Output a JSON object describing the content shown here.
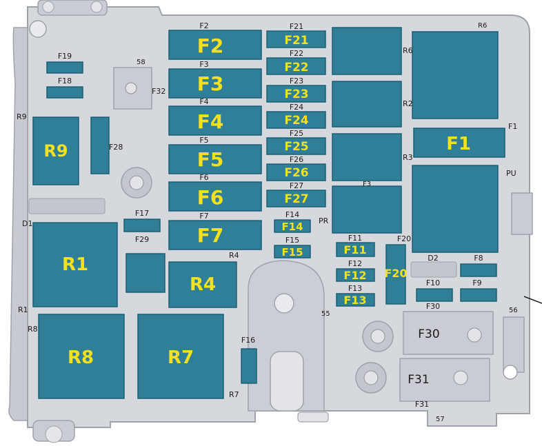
{
  "colors": {
    "body": "#d5d8dd",
    "body_edge": "#9ea3aa",
    "component": "#2f7f98",
    "component_edge": "#1f5f74",
    "label": "#f2e021"
  },
  "large_labels": {
    "F2": "F2",
    "F3": "F3",
    "F4": "F4",
    "F5": "F5",
    "F6": "F6",
    "F7": "F7",
    "F21": "F21",
    "F22": "F22",
    "F23": "F23",
    "F24": "F24",
    "F25": "F25",
    "F26": "F26",
    "F27": "F27",
    "F14": "F14",
    "F15": "F15",
    "F11": "F11",
    "F12": "F12",
    "F13": "F13",
    "F20": "F20",
    "F1": "F1",
    "R9": "R9",
    "R1": "R1",
    "R4": "R4",
    "R8": "R8",
    "R7": "R7",
    "F30": "F30",
    "F31": "F31"
  },
  "small_labels": {
    "F2": "F2",
    "F3": "F3",
    "F4": "F4",
    "F5": "F5",
    "F6": "F6",
    "F7": "F7",
    "F21": "F21",
    "F22": "F22",
    "F23": "F23",
    "F24": "F24",
    "F25": "F25",
    "F26": "F26",
    "F27": "F27",
    "F19": "F19",
    "F18": "F18",
    "F32": "F32",
    "F28": "F28",
    "F17": "F17",
    "F29": "F29",
    "F14": "F14",
    "F15": "F15",
    "F11": "F11",
    "F12": "F12",
    "F13": "F13",
    "F20": "F20",
    "F16": "F16",
    "F10": "F10",
    "F9": "F9",
    "F8": "F8",
    "F30": "F30",
    "F31": "F31",
    "F1": "F1",
    "R9": "R9",
    "R1": "R1",
    "R4": "R4",
    "R8": "R8",
    "R7": "R7",
    "R6": "R6",
    "R2": "R2",
    "R3": "R3",
    "D1": "D1",
    "D2": "D2",
    "PR": "PR",
    "PU": "PU",
    "R6_top": "R6",
    "n58": "58",
    "n55": "55",
    "n56": "56",
    "n57": "57",
    "F3_center": "F3"
  }
}
